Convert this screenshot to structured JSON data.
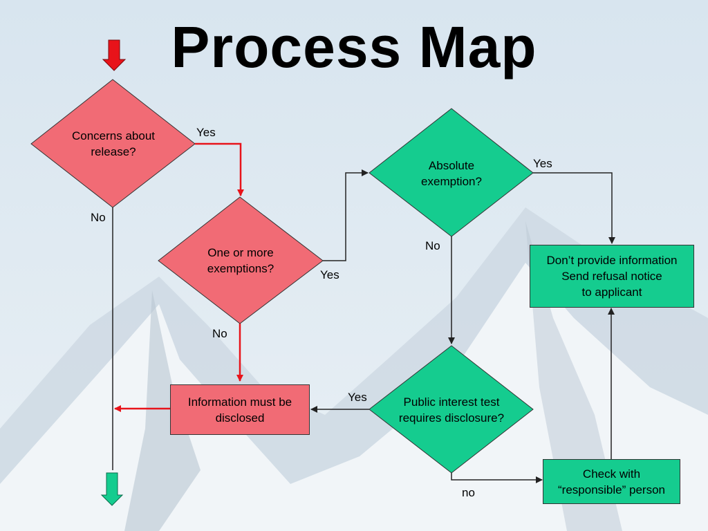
{
  "title": "Process Map",
  "nodes": {
    "concerns": {
      "label": "Concerns about release?"
    },
    "one_or_more": {
      "label": "One or more exemptions?"
    },
    "absolute": {
      "label": "Absolute exemption?"
    },
    "public_interest": {
      "label": "Public interest test requires disclosure?"
    },
    "info_disclosed": {
      "label": "Information must be disclosed"
    },
    "dont_provide": {
      "line1": "Don’t provide information",
      "line2": "Send refusal notice",
      "line3": "to applicant"
    },
    "check_with": {
      "line1": "Check with",
      "line2": "“responsible” person"
    }
  },
  "edges": {
    "concerns_yes": "Yes",
    "concerns_no": "No",
    "one_or_more_yes": "Yes",
    "one_or_more_no": "No",
    "absolute_yes": "Yes",
    "absolute_no": "No",
    "public_interest_yes": "Yes",
    "public_interest_no": "no"
  },
  "colors": {
    "red_node": "#f16b75",
    "green_node": "#15cc8f",
    "red_line": "#e8131a",
    "dark_line": "#222222"
  }
}
